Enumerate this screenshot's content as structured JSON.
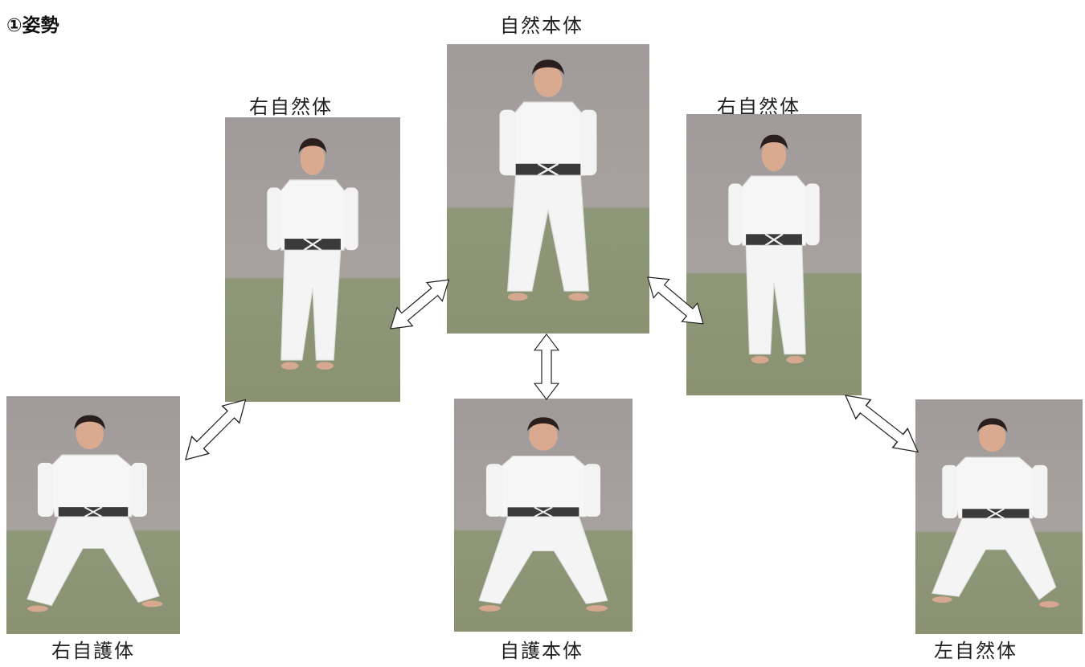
{
  "section": {
    "title": "①姿勢"
  },
  "postures": {
    "shizen_hontai": "自然本体",
    "migi_shizentai_left": "右自然体",
    "migi_shizentai_right": "右自然体",
    "migi_jigotai": "右自護体",
    "jigo_hontai": "自護本体",
    "hidari_shizentai": "左自然体"
  },
  "colors": {
    "gi": "#f6f6f6",
    "belt": "#3a3a3a",
    "wall": "#a39d9c",
    "tatami": "#8c9474"
  }
}
